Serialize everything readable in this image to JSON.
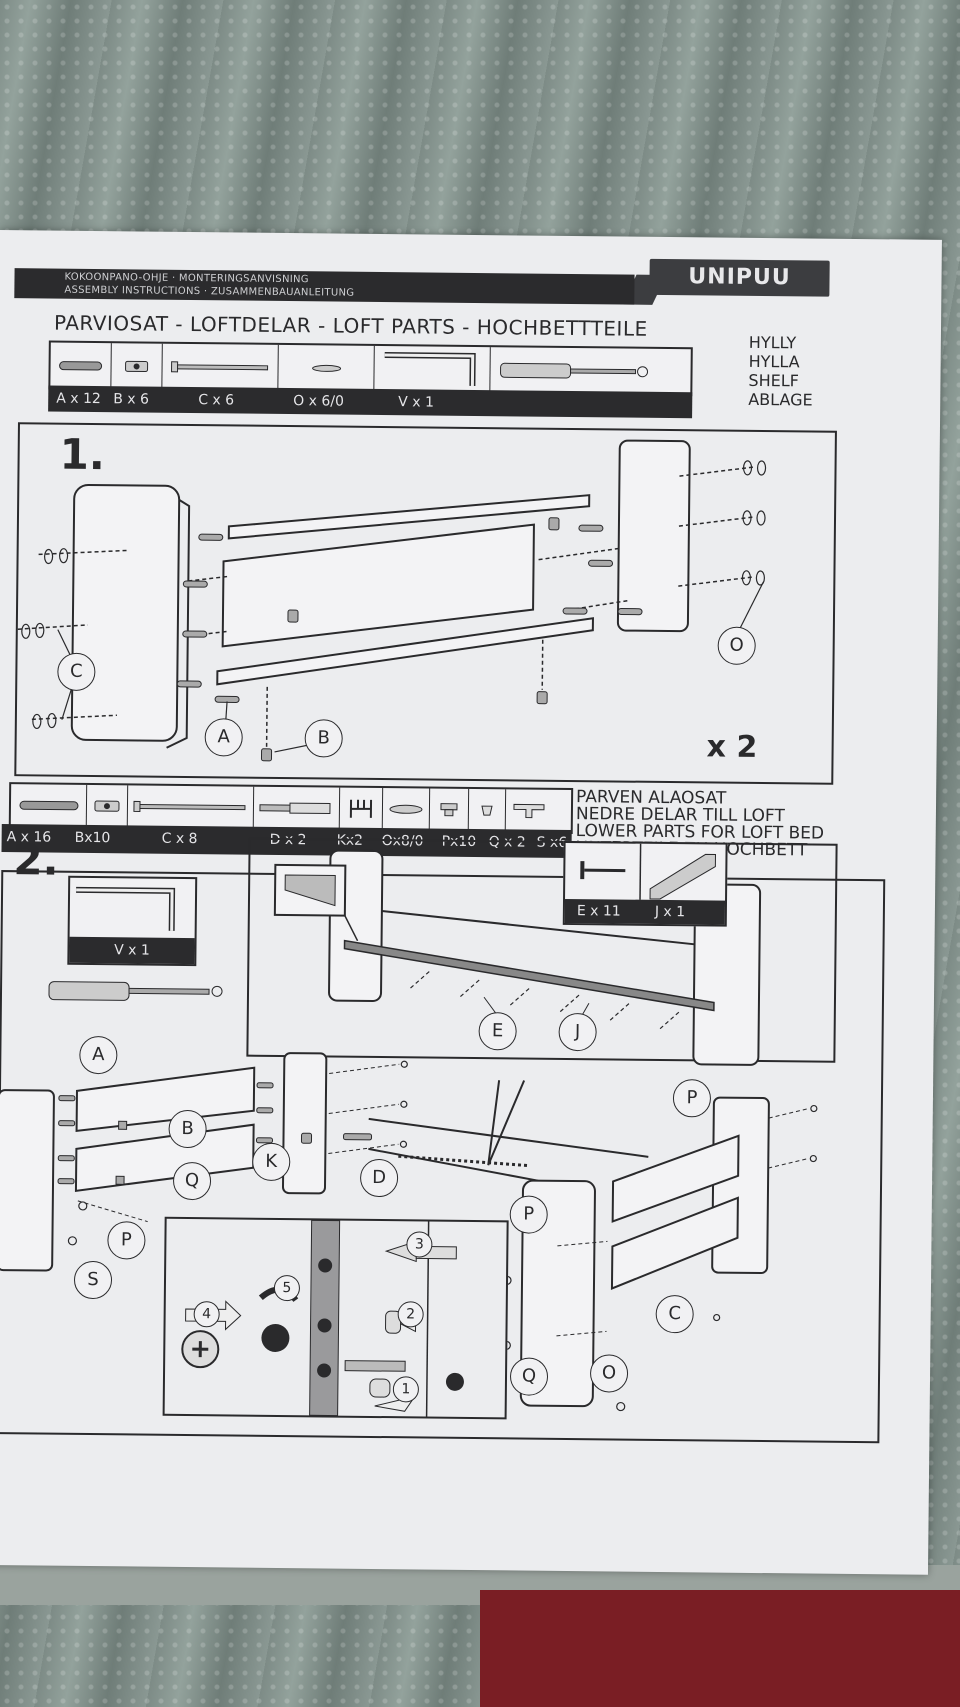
{
  "header": {
    "line1": "KOKOONPANO-OHJE  ·  MONTERINGSANVISNING",
    "line2": "ASSEMBLY INSTRUCTIONS  ·  ZUSAMMENBAUANLEITUNG",
    "brand": "UNIPUU"
  },
  "parts_title": "PARVIOSAT  -  LOFTDELAR  -  LOFT PARTS  -  HOCHBETTTEILE",
  "parts_legend": [
    {
      "label": "A x 12"
    },
    {
      "label": "B x 6"
    },
    {
      "label": "C x 6"
    },
    {
      "label": "O x 6/0"
    },
    {
      "label": "V x 1"
    }
  ],
  "shelf_labels": [
    "HYLLY",
    "HYLLA",
    "SHELF",
    "ABLAGE"
  ],
  "step1": {
    "number": "1.",
    "multiplier": "x 2",
    "callouts": [
      "C",
      "A",
      "B",
      "O"
    ]
  },
  "lower_parts_legend": [
    {
      "label": "A x 16"
    },
    {
      "label": "Bx10"
    },
    {
      "label": "C x 8"
    },
    {
      "label": "D x 2"
    },
    {
      "label": "Kx2"
    },
    {
      "label": "Ox8/0"
    },
    {
      "label": "Px10"
    },
    {
      "label": "Q x 2"
    },
    {
      "label": "S x6"
    }
  ],
  "lower_labels": [
    "PARVEN ALAOSAT",
    "NEDRE DELAR TILL LOFT",
    "LOWER PARTS FOR LOFT BED",
    "UNTERTEILE ZU HOCHBETT"
  ],
  "step2": {
    "number": "2.",
    "tool_label": "V x 1",
    "ej_labels": [
      "E x 11",
      "J x 1"
    ],
    "callouts": [
      "A",
      "B",
      "Q",
      "K",
      "D",
      "P",
      "S",
      "E",
      "J",
      "P",
      "P",
      "C",
      "Q",
      "O"
    ],
    "sequence": [
      "3",
      "4",
      "5",
      "2",
      "1"
    ]
  }
}
